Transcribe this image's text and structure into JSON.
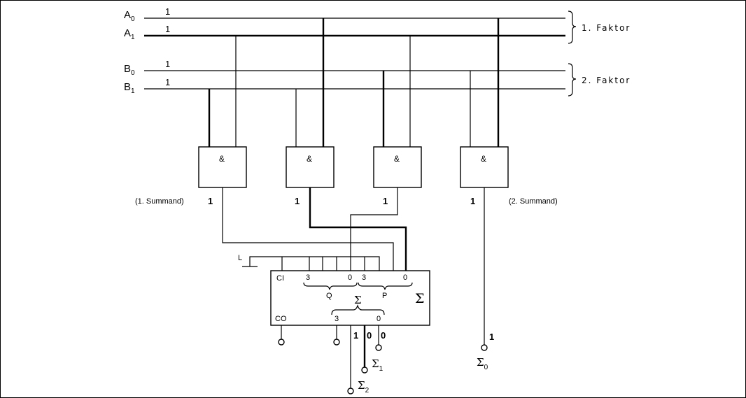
{
  "inputs": {
    "a0": {
      "name": "A",
      "index": "0",
      "value": "1"
    },
    "a1": {
      "name": "A",
      "index": "1",
      "value": "1"
    },
    "b0": {
      "name": "B",
      "index": "0",
      "value": "1"
    },
    "b1": {
      "name": "B",
      "index": "1",
      "value": "1"
    }
  },
  "factor_labels": {
    "first": "1. Faktor",
    "second": "2. Faktor"
  },
  "gates": [
    {
      "symbol": "&",
      "output": "1"
    },
    {
      "symbol": "&",
      "output": "1"
    },
    {
      "symbol": "&",
      "output": "1"
    },
    {
      "symbol": "&",
      "output": "1"
    }
  ],
  "summand_labels": {
    "first": "(1. Summand)",
    "second": "(2. Summand)"
  },
  "adder": {
    "symbol": "Σ",
    "carry_in": "CI",
    "carry_out": "CO",
    "ground_label": "L",
    "q_label": "Q",
    "p_label": "P",
    "q_high": "3",
    "q_low": "0",
    "p_high": "3",
    "p_low": "0",
    "sum_symbol": "Σ",
    "sum_high": "3",
    "sum_low": "0"
  },
  "outputs": {
    "sigma0": {
      "name": "Σ",
      "index": "0",
      "value": "1"
    },
    "sigma1": {
      "name": "Σ",
      "index": "1",
      "value": "0"
    },
    "sigma2": {
      "name": "Σ",
      "index": "2",
      "value": "1"
    },
    "sum_bit3": "0"
  }
}
